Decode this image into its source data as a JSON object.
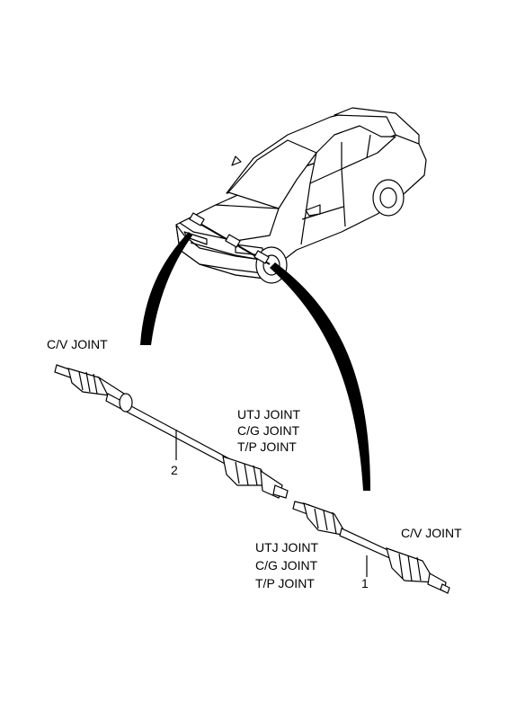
{
  "labels": {
    "left_outer_joint": "C/V JOINT",
    "left_inner_joints": [
      "UTJ JOINT",
      "C/G JOINT",
      "T/P JOINT"
    ],
    "right_outer_joint": "C/V JOINT",
    "right_inner_joints": [
      "UTJ JOINT",
      "C/G JOINT",
      "T/P JOINT"
    ],
    "part_left": "2",
    "part_right": "1"
  },
  "colors": {
    "line": "#000000",
    "background": "#ffffff"
  }
}
